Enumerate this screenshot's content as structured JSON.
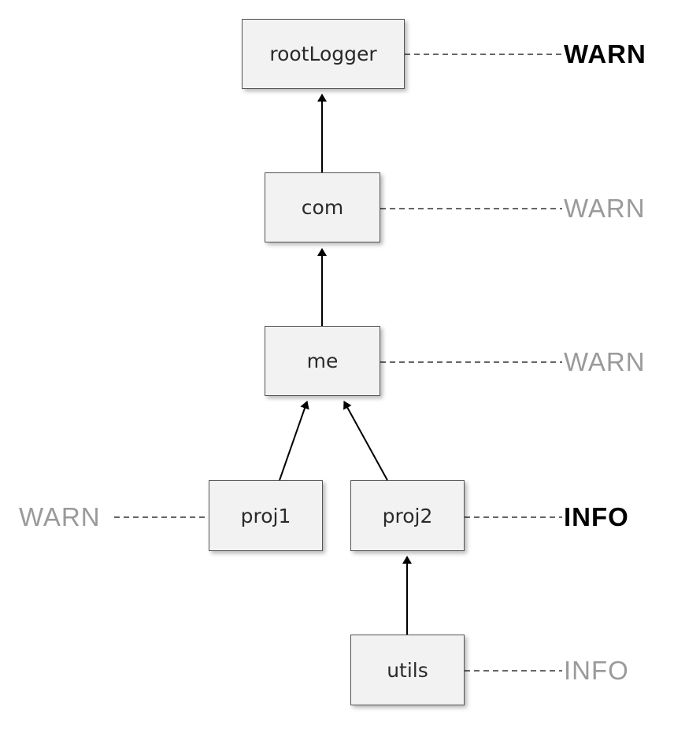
{
  "nodes": {
    "root": "rootLogger",
    "com": "com",
    "me": "me",
    "proj1": "proj1",
    "proj2": "proj2",
    "utils": "utils"
  },
  "levels": {
    "root": {
      "text": "WARN",
      "explicit": true
    },
    "com": {
      "text": "WARN",
      "explicit": false
    },
    "me": {
      "text": "WARN",
      "explicit": false
    },
    "proj1": {
      "text": "WARN",
      "explicit": false
    },
    "proj2": {
      "text": "INFO",
      "explicit": true
    },
    "utils": {
      "text": "INFO",
      "explicit": false
    }
  },
  "colors": {
    "explicit_level": "#000000",
    "inherited_level": "#9a9a9a",
    "node_fill": "#f2f2f2",
    "node_border": "#555555"
  }
}
